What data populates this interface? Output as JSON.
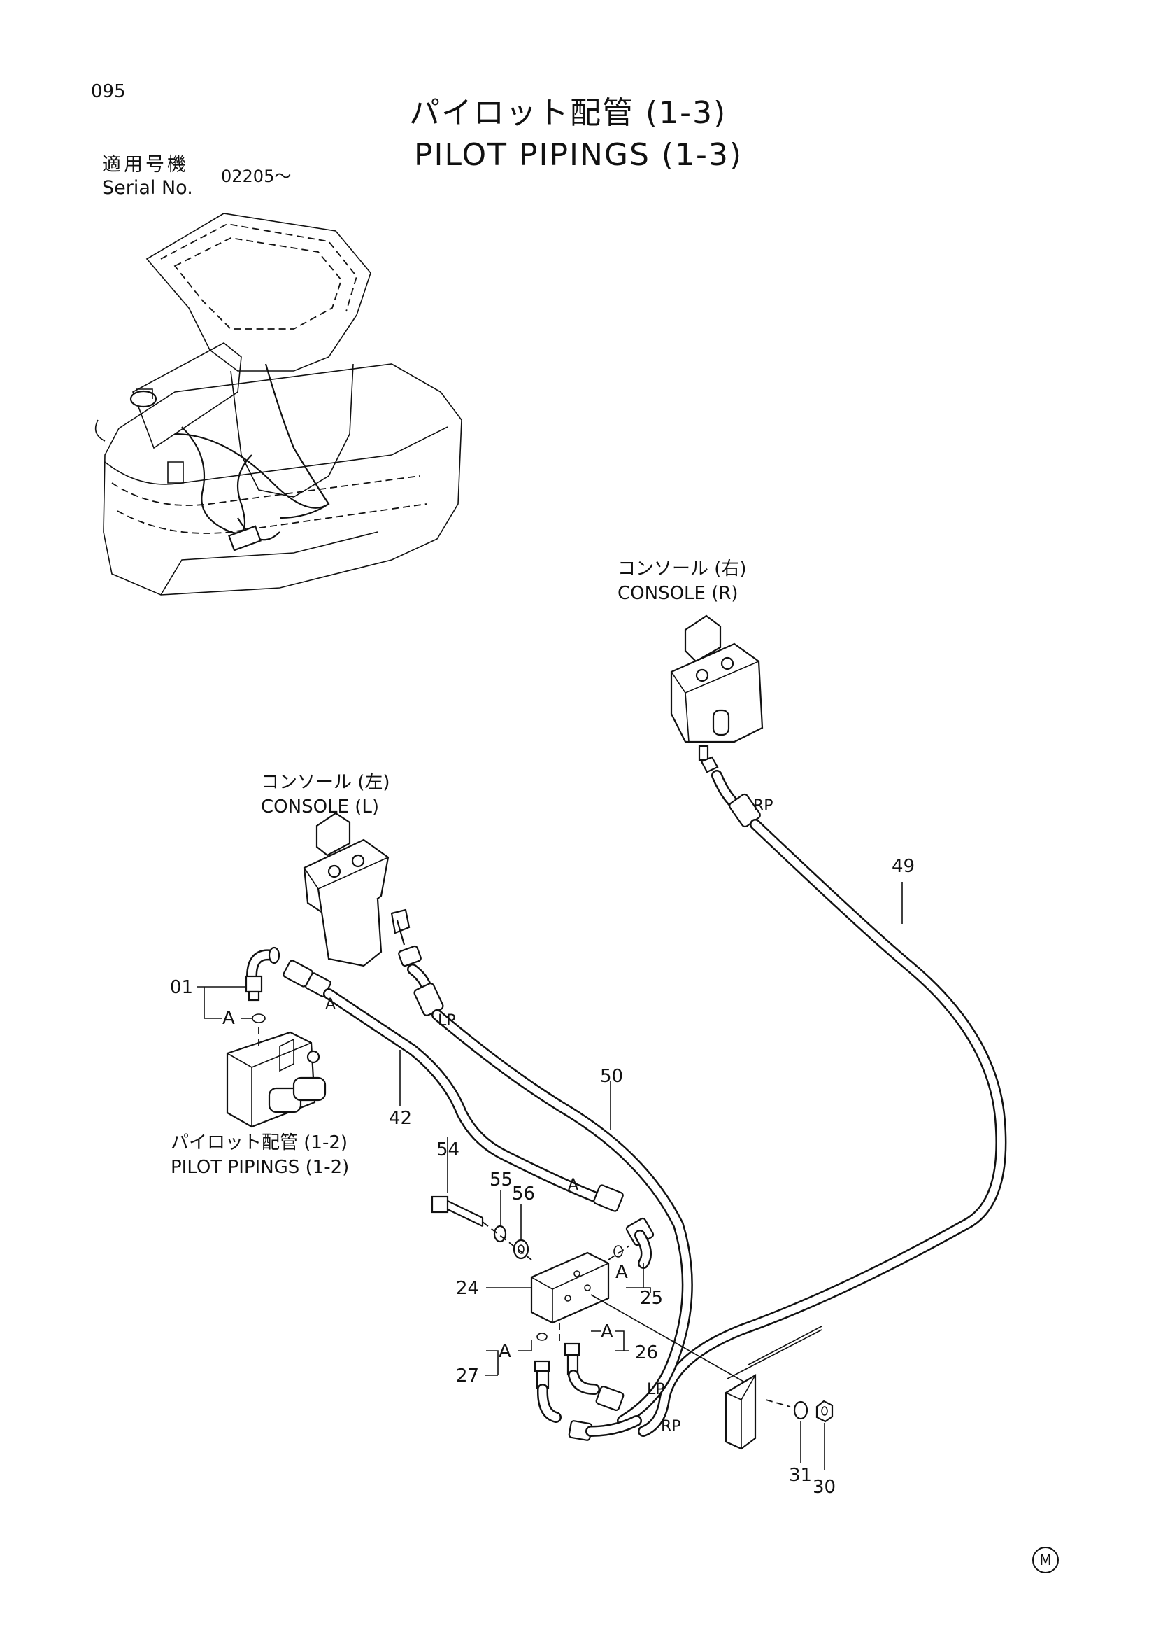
{
  "page_number": "095",
  "title": {
    "jp": "パイロット配管 (1-3)",
    "en": "PILOT PIPINGS (1-3)"
  },
  "serial": {
    "label_jp": "適用号機",
    "label_en": "Serial No.",
    "value": "02205～"
  },
  "labels": {
    "console_r_jp": "コンソール (右)",
    "console_r_en": "CONSOLE (R)",
    "console_l_jp": "コンソール (左)",
    "console_l_en": "CONSOLE (L)",
    "ref_jp": "パイロット配管 (1-2)",
    "ref_en": "PILOT PIPINGS (1-2)",
    "port_rp": "RP",
    "port_lp": "LP",
    "port_a": "A"
  },
  "parts": {
    "p01": "01",
    "p24": "24",
    "p25": "25",
    "p26": "26",
    "p27": "27",
    "p30": "30",
    "p31": "31",
    "p42": "42",
    "p49": "49",
    "p50": "50",
    "p54": "54",
    "p55": "55",
    "p56": "56"
  },
  "mark": "M"
}
